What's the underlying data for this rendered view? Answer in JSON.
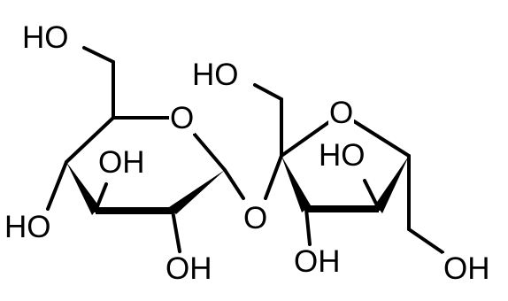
{
  "molecule": {
    "labels": {
      "hexose_ch2oh": "HO",
      "hexose_ring_o": "O",
      "hexose_c4_oh": "OH",
      "hexose_c3_oh": "HO",
      "hexose_c2_oh": "OH",
      "glycosidic_o": "O",
      "furanose_ch2oh_top": "HO",
      "furanose_ring_o": "O",
      "furanose_c3_oh": "HO",
      "furanose_c2_oh": "OH",
      "furanose_ch2oh_bottom": "OH"
    }
  }
}
